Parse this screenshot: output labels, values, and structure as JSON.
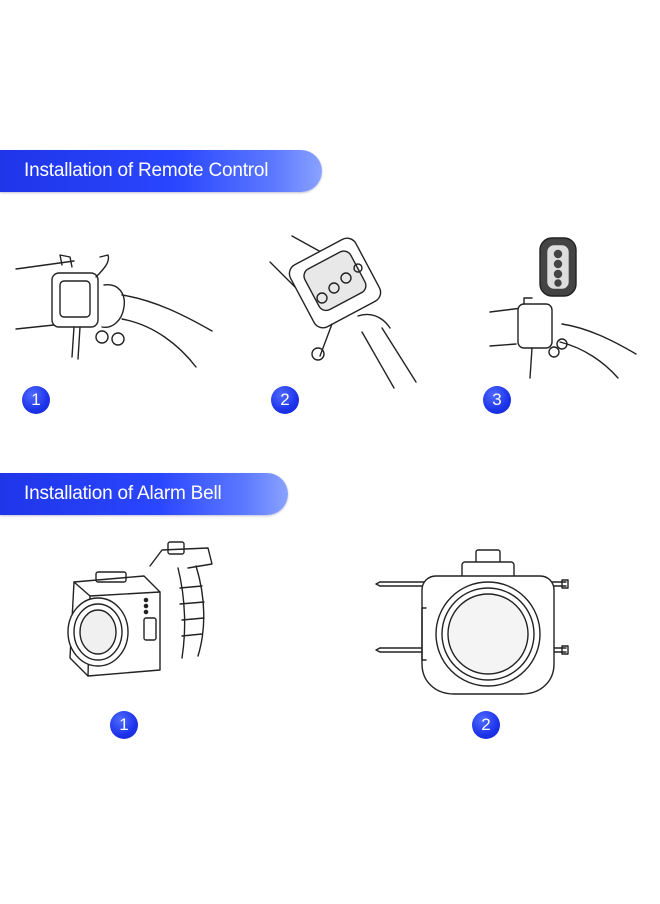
{
  "sections": [
    {
      "title": "Installation of  Remote Control",
      "steps": [
        "1",
        "2",
        "3"
      ]
    },
    {
      "title": "Installation of  Alarm Bell",
      "steps": [
        "1",
        "2"
      ]
    }
  ],
  "colors": {
    "banner": "#2a46ff",
    "badge": "#1c33ea",
    "line": "#222222"
  }
}
